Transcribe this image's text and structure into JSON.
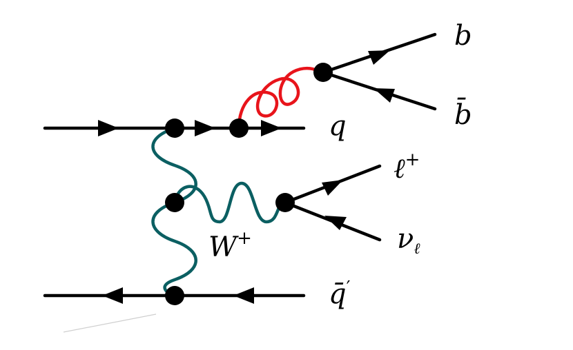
{
  "particles": {
    "b": {
      "base": "b"
    },
    "bbar": {
      "base": "b̄"
    },
    "q": {
      "base": "q"
    },
    "lepton": {
      "base": "ℓ",
      "sup": "+"
    },
    "neutrino": {
      "base": "ν",
      "sub": "ℓ"
    },
    "wboson": {
      "base": "W",
      "sup": "+"
    },
    "qbar_prime": {
      "base": "q̄",
      "sup": "′"
    }
  },
  "colors": {
    "fermion": "#000000",
    "gluon": "#e8141b",
    "boson": "#0b5f62"
  },
  "line_styles": {
    "fermion": "solid-arrow",
    "gluon": "curly",
    "boson": "wavy"
  }
}
